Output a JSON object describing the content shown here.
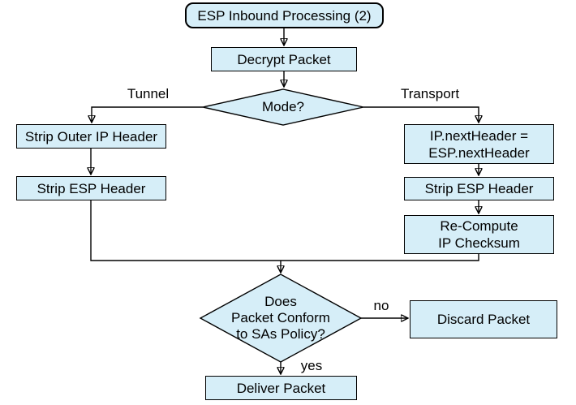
{
  "colors": {
    "node_fill": "#d6eef8",
    "node_border": "#000000",
    "connector": "#000000",
    "text": "#000000",
    "background": "#ffffff"
  },
  "nodes": {
    "start": {
      "label": "ESP Inbound Processing (2)"
    },
    "decrypt": {
      "label": "Decrypt Packet"
    },
    "mode": {
      "label": "Mode?"
    },
    "strip_outer_ip": {
      "label": "Strip Outer IP Header"
    },
    "strip_esp_left": {
      "label": "Strip ESP Header"
    },
    "ip_next_header": {
      "line1": "IP.nextHeader =",
      "line2": "ESP.nextHeader"
    },
    "strip_esp_right": {
      "label": "Strip ESP Header"
    },
    "recompute": {
      "line1": "Re-Compute",
      "line2": "IP Checksum"
    },
    "policy": {
      "line1": "Does",
      "line2": "Packet Conform",
      "line3": "to SAs Policy?"
    },
    "discard": {
      "label": "Discard Packet"
    },
    "deliver": {
      "label": "Deliver Packet"
    }
  },
  "edge_labels": {
    "tunnel": "Tunnel",
    "transport": "Transport",
    "no": "no",
    "yes": "yes"
  }
}
